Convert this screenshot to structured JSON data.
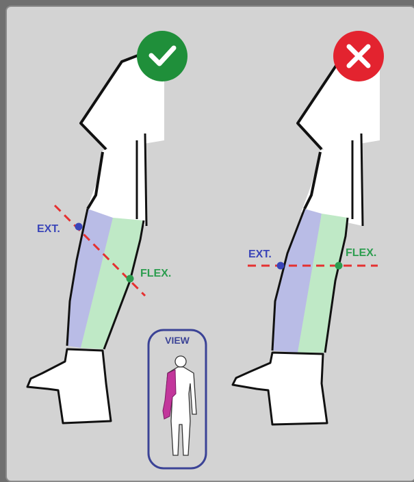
{
  "correct_panel": {
    "ext_label": "EXT.",
    "flex_label": "FLEX.",
    "badge_icon": "check-icon",
    "badge_color": "#1f8f3a"
  },
  "incorrect_panel": {
    "ext_label": "EXT.",
    "flex_label": "FLEX.",
    "badge_icon": "x-icon",
    "badge_color": "#e3232f"
  },
  "view_badge": {
    "label": "VIEW",
    "highlight_color": "#c2369b"
  },
  "colors": {
    "extensor": "#5b61c7",
    "extensor_fill": "#b9bce6",
    "flexor": "#2c9d4f",
    "flexor_fill": "#bfe9c6",
    "measure_line": "#e53030",
    "background": "#d3d3d3"
  }
}
